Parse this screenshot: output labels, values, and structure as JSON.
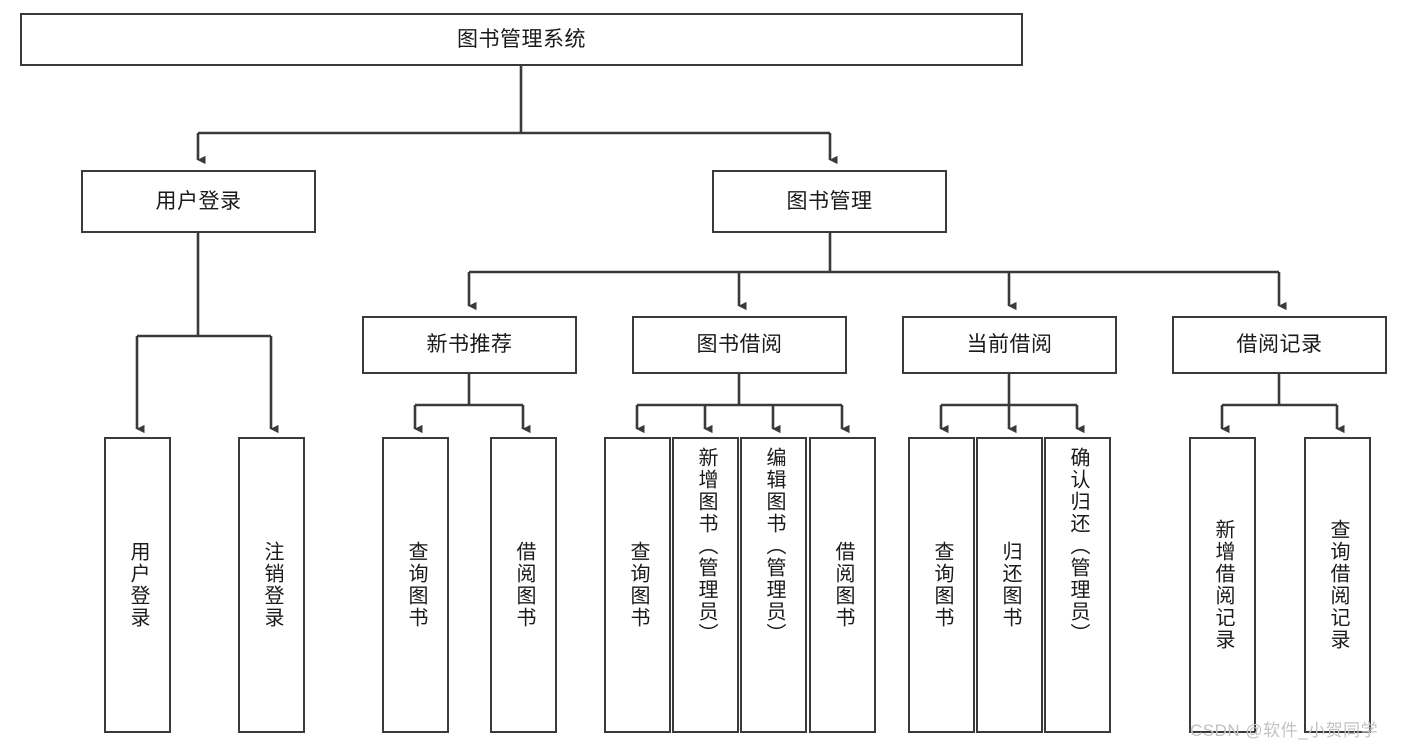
{
  "diagram": {
    "type": "tree",
    "title": "图书管理系统",
    "root": {
      "label": "图书管理系统"
    },
    "level2": [
      {
        "label": "用户登录"
      },
      {
        "label": "图书管理"
      }
    ],
    "level3": [
      {
        "label": "新书推荐"
      },
      {
        "label": "图书借阅"
      },
      {
        "label": "当前借阅"
      },
      {
        "label": "借阅记录"
      }
    ],
    "leaves": {
      "user_login": [
        {
          "label": "用户登录"
        },
        {
          "label": "注销登录"
        }
      ],
      "new_book_recommend": [
        {
          "label": "查询图书"
        },
        {
          "label": "借阅图书"
        }
      ],
      "book_borrow": [
        {
          "label": "查询图书"
        },
        {
          "label": "新增图书（管理员）"
        },
        {
          "label": "编辑图书（管理员）"
        },
        {
          "label": "借阅图书"
        }
      ],
      "current_borrow": [
        {
          "label": "查询图书"
        },
        {
          "label": "归还图书"
        },
        {
          "label": "确认归还（管理员）"
        }
      ],
      "borrow_record": [
        {
          "label": "新增借阅记录"
        },
        {
          "label": "查询借阅记录"
        }
      ]
    },
    "watermark": "CSDN @软件_小贺同学",
    "colors": {
      "stroke": "#3a3a3a",
      "fill": "#ffffff",
      "text": "#1a1a1a",
      "watermark": "#c2c2c2"
    }
  }
}
